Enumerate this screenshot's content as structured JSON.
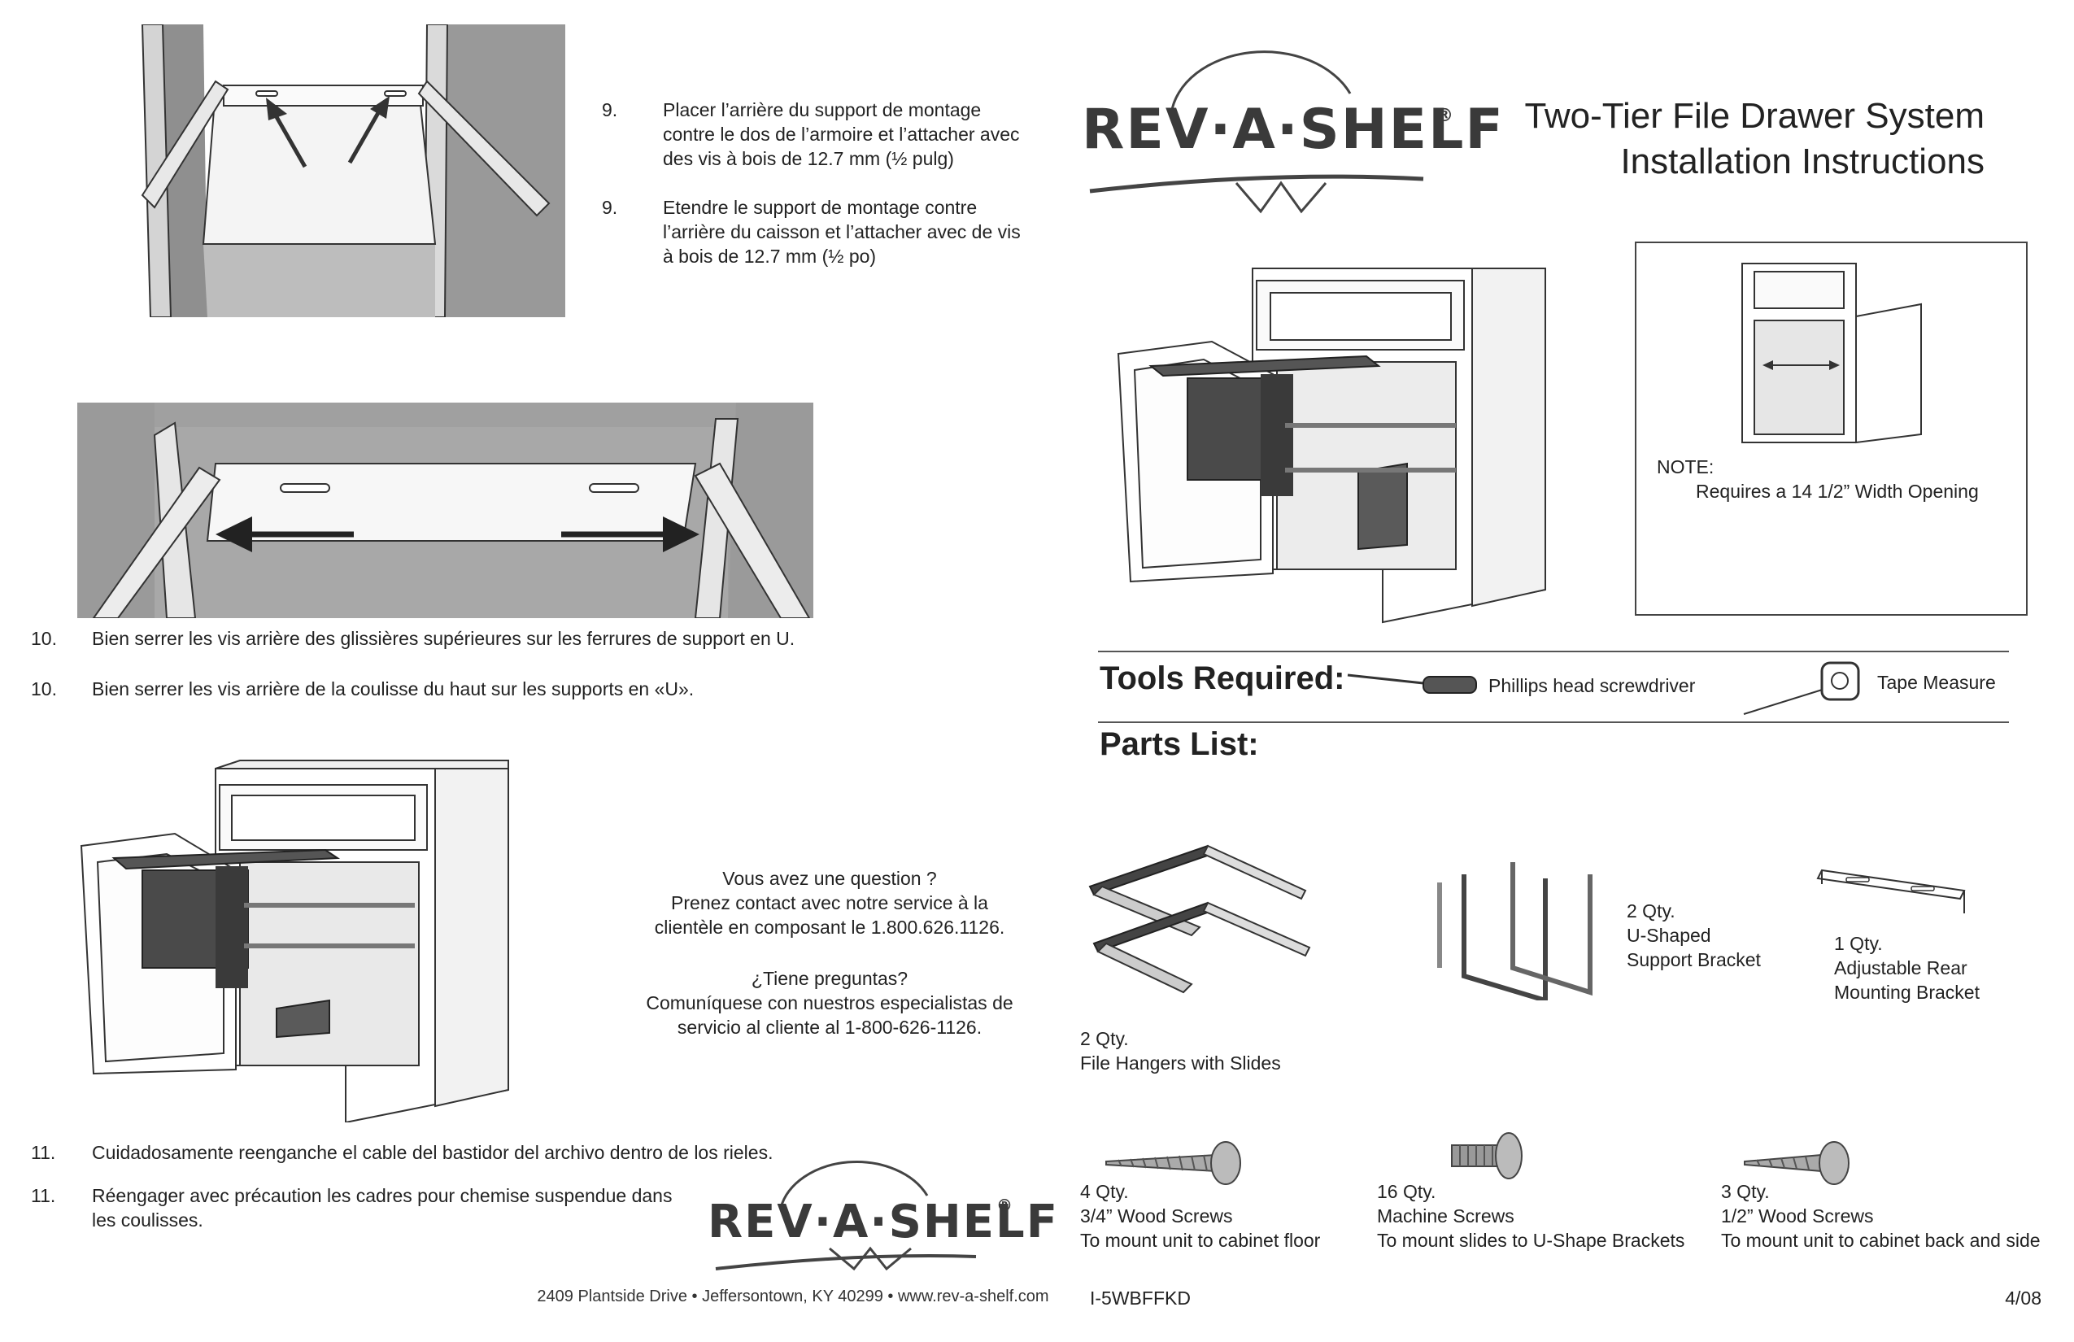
{
  "left_page": {
    "steps": [
      {
        "num": "9.",
        "text": "Placer l’arrière du support de montage contre le dos de l’armoire et l’attacher avec des vis à bois de 12.7 mm (½ pulg)"
      },
      {
        "num": "9.",
        "text": "Etendre le support de montage contre l’arrière du caisson et l’attacher avec de vis à bois de 12.7 mm (½ po)"
      },
      {
        "num": "10.",
        "text": "Bien serrer les vis arrière des glissières supérieures sur les ferrures de support en U."
      },
      {
        "num": "10.",
        "text": "Bien serrer les vis arrière de la coulisse du haut sur les supports en «U»."
      },
      {
        "num": "11.",
        "text": "Cuidadosamente reenganche el cable del bastidor del archivo dentro de los rieles."
      },
      {
        "num": "11.",
        "text": "Réengager avec précaution les cadres pour chemise suspendue dans les coulisses."
      }
    ],
    "contact_fr": [
      "Vous avez une question ?",
      "Prenez contact avec notre service à la",
      "clientèle en composant le 1.800.626.1126."
    ],
    "contact_es": [
      "¿Tiene preguntas?",
      "Comuníquese con nuestros especialistas de",
      "servicio al cliente al 1-800-626-1126."
    ],
    "footer_address": "2409 Plantside Drive • Jeffersontown, KY 40299 • www.rev-a-shelf.com"
  },
  "brand": {
    "logo_text": "REV·A·SHELF",
    "registered": "®"
  },
  "right_page": {
    "title_line1": "Two-Tier File Drawer System",
    "title_line2": "Installation Instructions",
    "note_label": "NOTE:",
    "note_text": "Requires a 14 1/2” Width Opening",
    "tools_heading": "Tools Required:",
    "tools": [
      "Phillips head screwdriver",
      "Tape Measure"
    ],
    "parts_heading": "Parts List:",
    "parts": [
      {
        "qty": "2 Qty.",
        "name": "File Hangers with Slides"
      },
      {
        "qty": "2 Qty.",
        "name_l1": "U-Shaped",
        "name_l2": "Support Bracket"
      },
      {
        "qty": "1 Qty.",
        "name_l1": "Adjustable Rear",
        "name_l2": "Mounting Bracket"
      },
      {
        "qty": "4 Qty.",
        "name": "3/4” Wood Screws",
        "use": "To mount unit to cabinet floor"
      },
      {
        "qty": "16 Qty.",
        "name": "Machine Screws",
        "use": "To mount slides to U-Shape Brackets"
      },
      {
        "qty": "3 Qty.",
        "name": "1/2” Wood Screws",
        "use": "To mount unit to cabinet back and side"
      }
    ],
    "doc_code": "I-5WBFFKD",
    "doc_date": "4/08"
  }
}
